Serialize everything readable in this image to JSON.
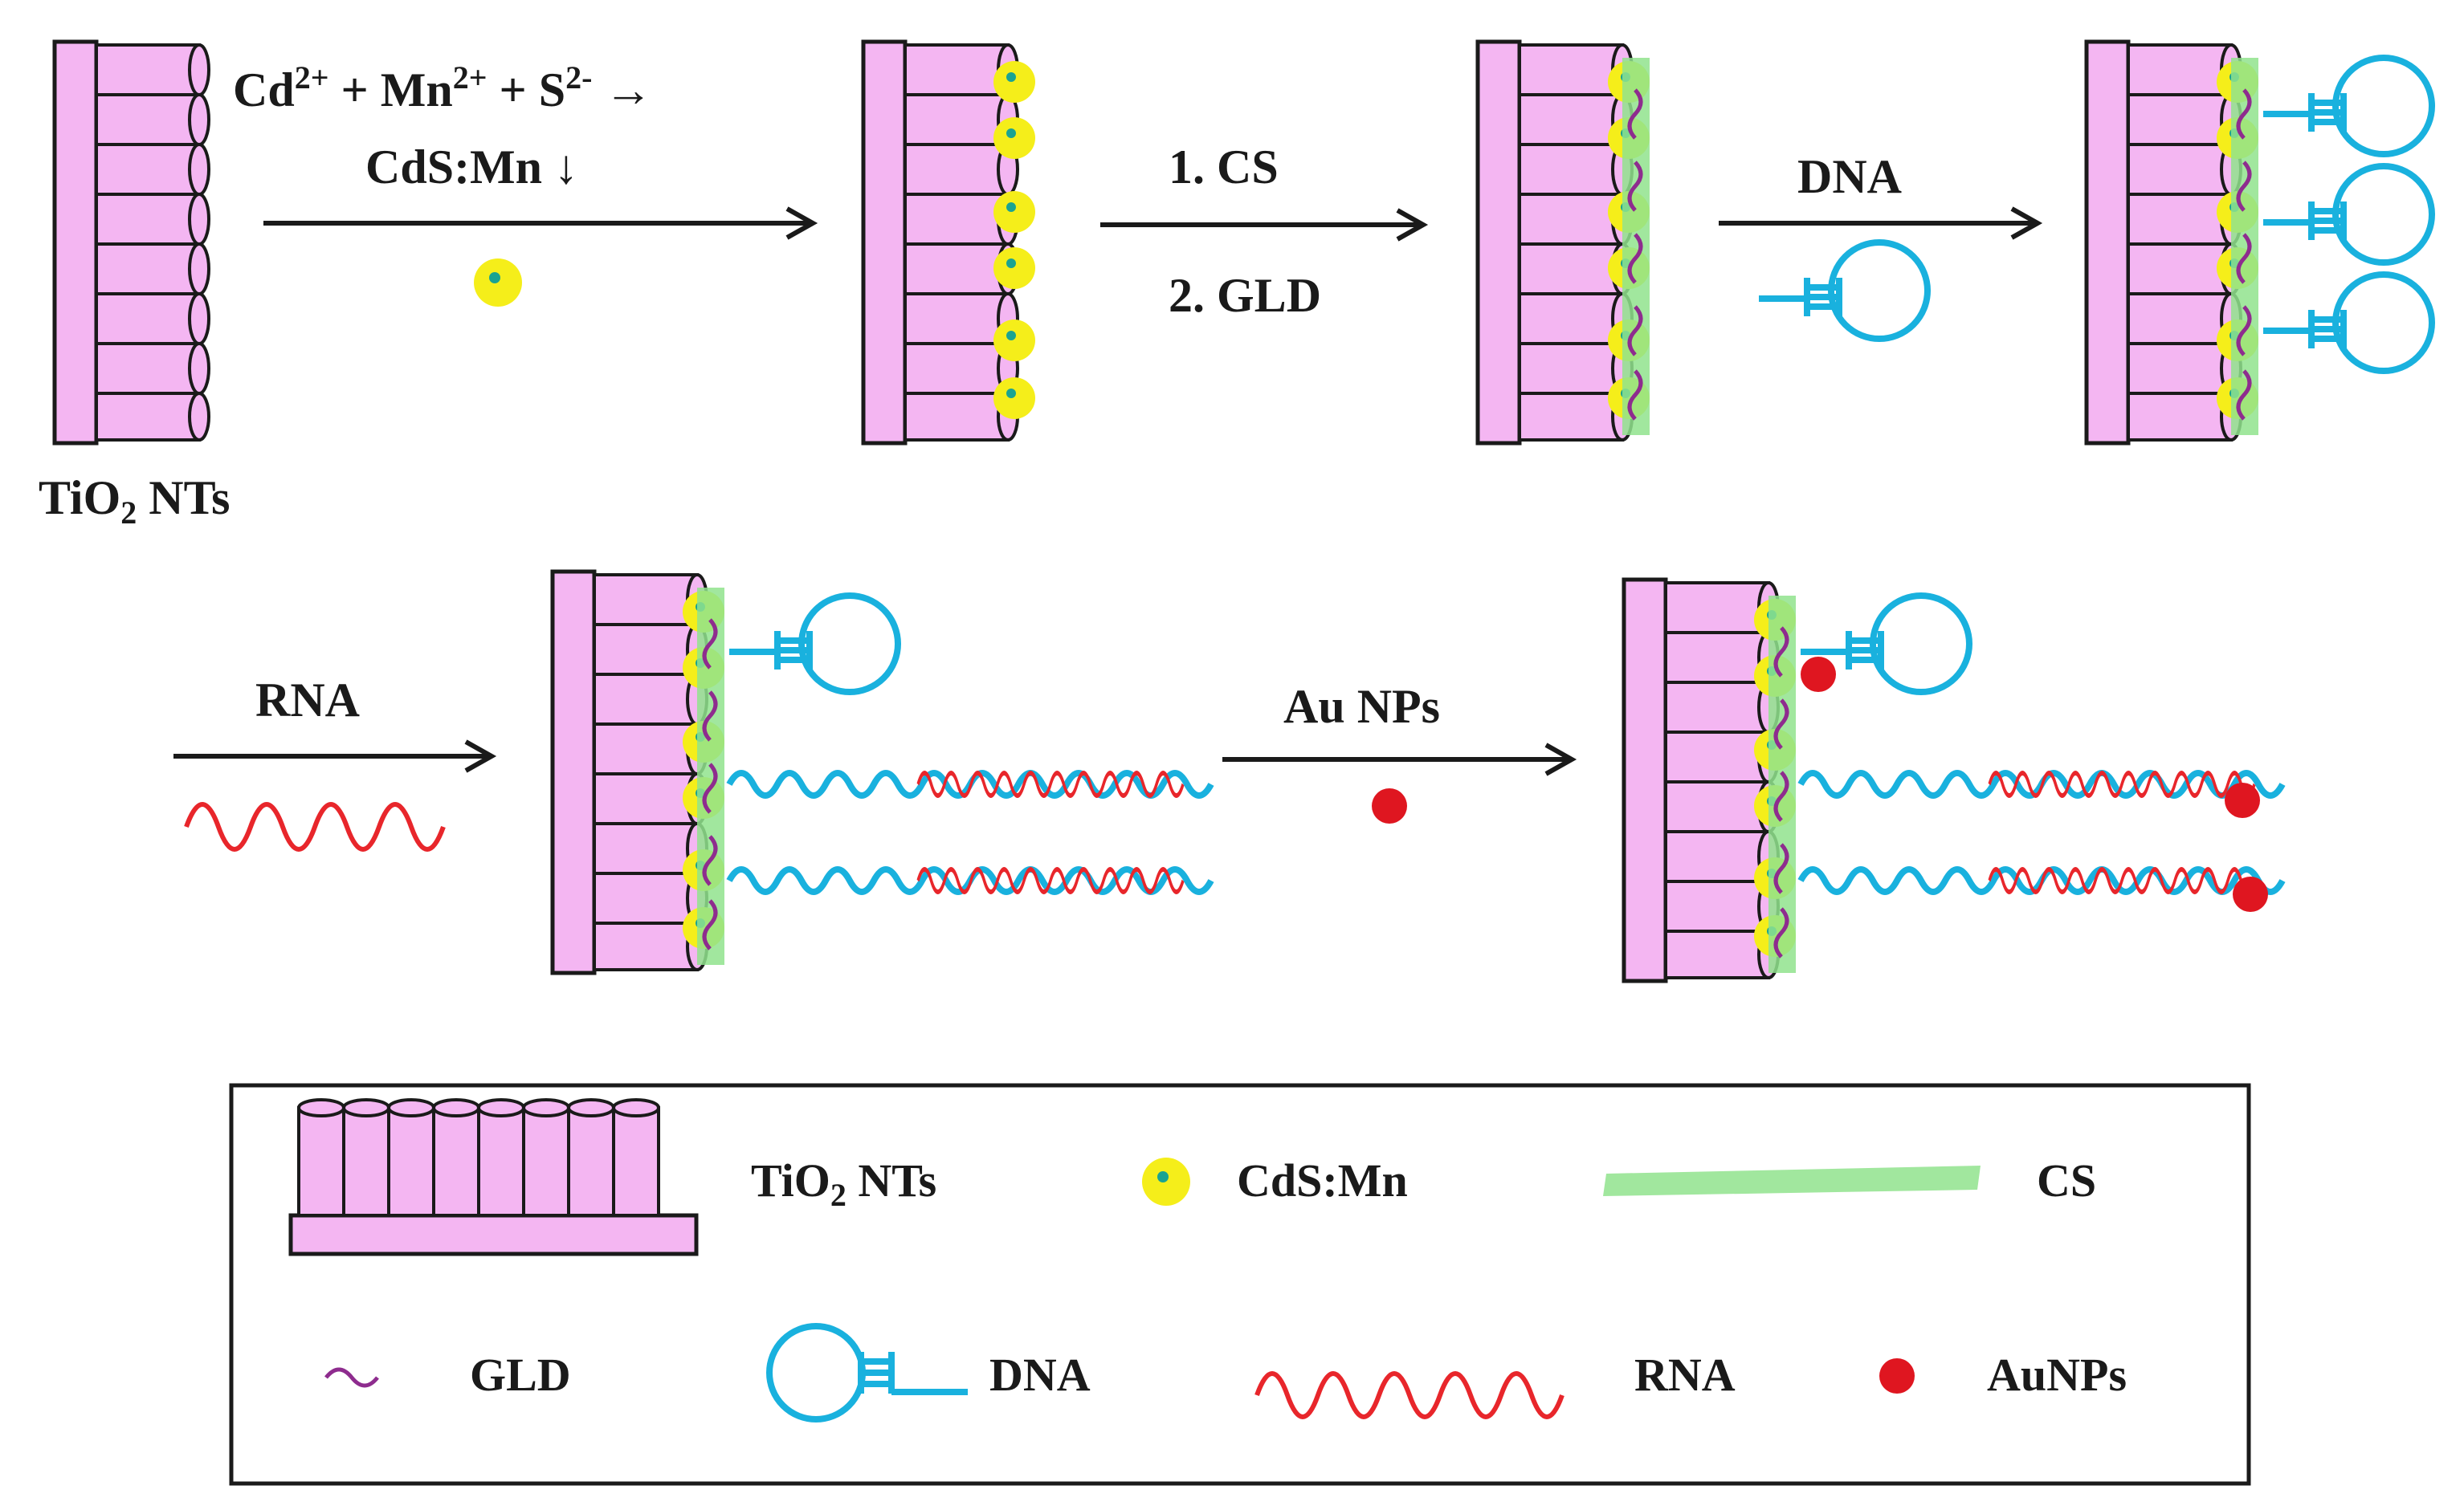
{
  "labels": {
    "tio2_nts": "TiO",
    "tio2_sub": "2",
    "tio2_suffix": " NTs",
    "reaction_line1_cd": "Cd",
    "reaction_line1_cd_sup": "2+",
    "reaction_line1_plus1": " + Mn",
    "reaction_line1_mn_sup": "2+",
    "reaction_line1_plus2": " + S",
    "reaction_line1_s_sup": "2-",
    "reaction_line1_arrow": " →",
    "reaction_line2": "CdS:Mn ↓",
    "step_cs": "1. CS",
    "step_gld": "2. GLD",
    "step_dna": "DNA",
    "step_rna": "RNA",
    "step_au": "Au NPs"
  },
  "legend": {
    "tio2": "TiO",
    "tio2_sub": "2",
    "tio2_suffix": " NTs",
    "cdsmn": "CdS:Mn",
    "cs": "CS",
    "gld": "GLD",
    "dna": "DNA",
    "rna": "RNA",
    "aunps": "AuNPs"
  },
  "colors": {
    "tube": "#f4b6f2",
    "cdsmn": "#f5ee1a",
    "cs": "#90e38d",
    "gld": "#8e2c8e",
    "dna": "#19b1de",
    "rna": "#e8262b",
    "aunps": "#df1620"
  }
}
